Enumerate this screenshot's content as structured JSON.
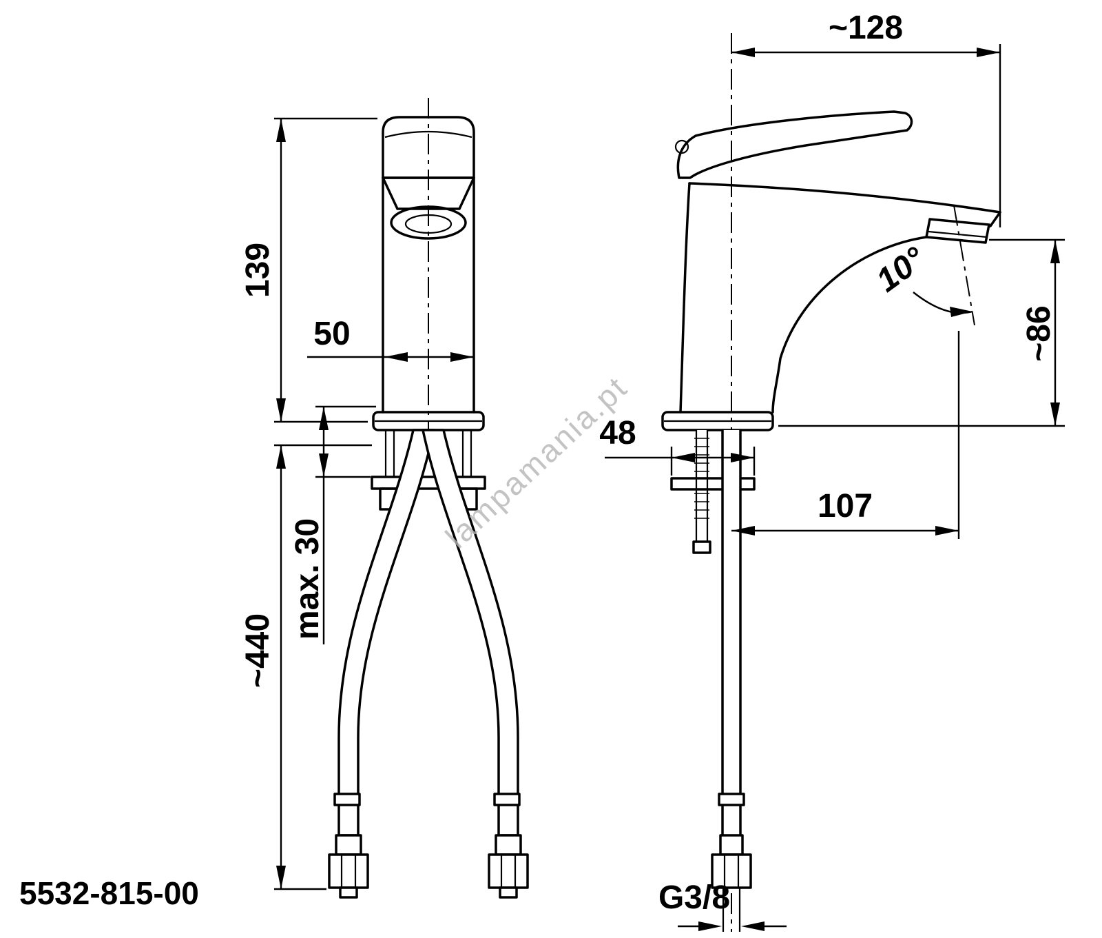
{
  "colors": {
    "background": "#ffffff",
    "ink": "#000000",
    "watermark": "#b5b5b5"
  },
  "watermark": "lampamania.pt",
  "model_number": "5532-815-00",
  "front_view": {
    "dims": {
      "height": "139",
      "body_width": "50",
      "mount_max": "max. 30",
      "hose_length": "~440"
    }
  },
  "side_view": {
    "dims": {
      "depth": "~128",
      "spout_height": "~86",
      "base_width": "48",
      "spout_reach": "107",
      "spout_angle": "10°",
      "thread": "G3/8"
    }
  }
}
